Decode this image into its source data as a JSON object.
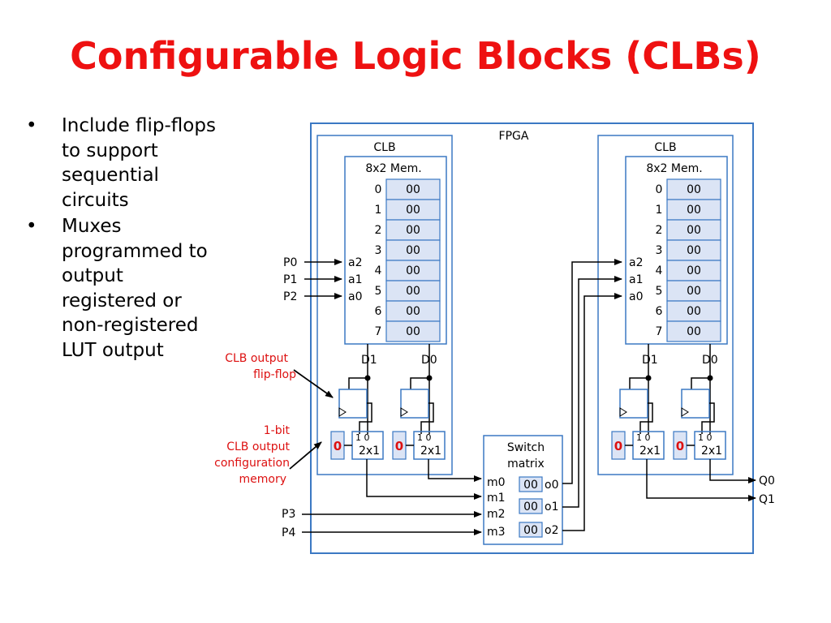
{
  "slide": {
    "title": "Configurable Logic Blocks (CLBs)",
    "bullets": [
      "Include flip-flops to support sequential circuits",
      "Muxes programmed to output registered or non-registered LUT output"
    ]
  },
  "diagram": {
    "fpga_label": "FPGA",
    "clb_label": "CLB",
    "mem_label": "8x2 Mem.",
    "addresses": [
      "0",
      "1",
      "2",
      "3",
      "4",
      "5",
      "6",
      "7"
    ],
    "mem_values": [
      "00",
      "00",
      "00",
      "00",
      "00",
      "00",
      "00",
      "00"
    ],
    "addr_inputs": [
      "a2",
      "a1",
      "a0"
    ],
    "data_outputs": [
      "D1",
      "D0"
    ],
    "mux_label": "2x1",
    "mux_inputs": "1 0",
    "config_bit": "0",
    "switch_label": [
      "Switch",
      "matrix"
    ],
    "switch_inputs": [
      "m0",
      "m1",
      "m2",
      "m3"
    ],
    "switch_outputs": [
      "o0",
      "o1",
      "o2"
    ],
    "switch_values": [
      "00",
      "00",
      "00"
    ],
    "left_inputs": [
      "P0",
      "P1",
      "P2"
    ],
    "bottom_inputs": [
      "P3",
      "P4"
    ],
    "outputs": [
      "Q0",
      "Q1"
    ],
    "callout_flipflop": [
      "CLB output",
      "flip-flop"
    ],
    "callout_config": [
      "1-bit",
      "CLB output",
      "configuration",
      "memory"
    ]
  },
  "colors": {
    "title": "#ee1111",
    "callout": "#dd1111",
    "box_border": "#3b78c3",
    "mem_fill": "#dbe4f5",
    "line": "#000000"
  }
}
